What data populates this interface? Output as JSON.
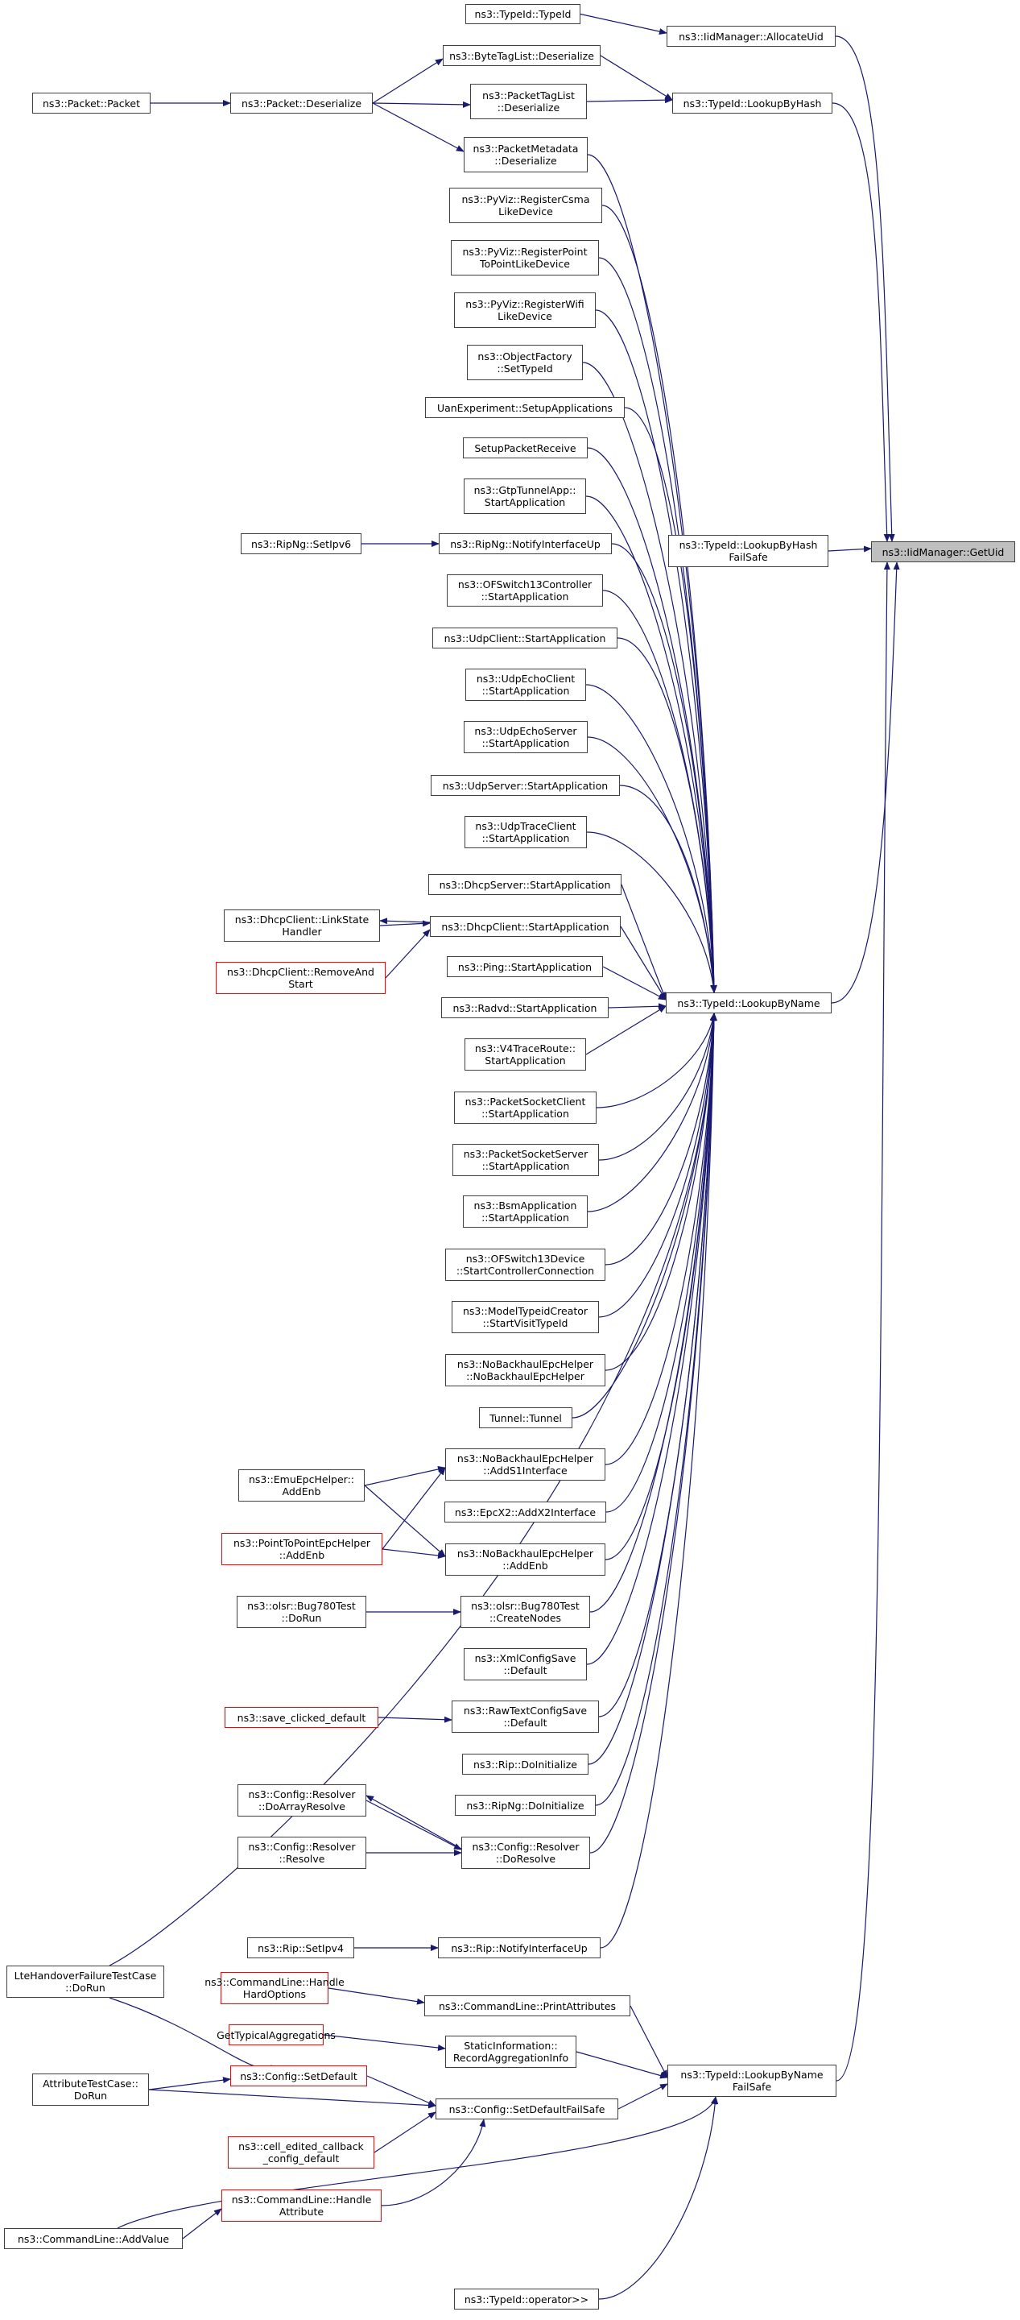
{
  "graph": {
    "title": "ns3::IidManager::GetUid",
    "edge_color": "#191970",
    "colors": {
      "normal_border": "#404040",
      "truncated_border": "#ff0000",
      "focus_fill": "#bfbfbf"
    },
    "nodes": {
      "getuid": "ns3::IidManager::GetUid",
      "allocateuid": "ns3::IidManager::AllocateUid",
      "typeid_typeid": "ns3::TypeId::TypeId",
      "lookupbyhash": "ns3::TypeId::LookupByHash",
      "bytetaglist": "ns3::ByteTagList::Deserialize",
      "packettaglist": "ns3::PacketTagList\n::Deserialize",
      "packet_deser": "ns3::Packet::Deserialize",
      "packet_packet": "ns3::Packet::Packet",
      "packetmetadata": "ns3::PacketMetadata\n::Deserialize",
      "lookupbyhashfailsafe": "ns3::TypeId::LookupByHash\nFailSafe",
      "lookupbyname": "ns3::TypeId::LookupByName",
      "pyviz_csma": "ns3::PyViz::RegisterCsma\nLikeDevice",
      "pyviz_p2p": "ns3::PyViz::RegisterPoint\nToPointLikeDevice",
      "pyviz_wifi": "ns3::PyViz::RegisterWifi\nLikeDevice",
      "objectfactory": "ns3::ObjectFactory\n::SetTypeId",
      "uanexp": "UanExperiment::SetupApplications",
      "setuppacketreceive": "SetupPacketReceive",
      "gtptunnel": "ns3::GtpTunnelApp::\nStartApplication",
      "ripng_notify": "ns3::RipNg::NotifyInterfaceUp",
      "ripng_setipv6": "ns3::RipNg::SetIpv6",
      "ofswitch_ctrl": "ns3::OFSwitch13Controller\n::StartApplication",
      "udpclient": "ns3::UdpClient::StartApplication",
      "udpechoclient": "ns3::UdpEchoClient\n::StartApplication",
      "udpechoserver": "ns3::UdpEchoServer\n::StartApplication",
      "udpserver": "ns3::UdpServer::StartApplication",
      "udptraceclient": "ns3::UdpTraceClient\n::StartApplication",
      "dhcpserver": "ns3::DhcpServer::StartApplication",
      "dhcpclient_start": "ns3::DhcpClient::StartApplication",
      "dhcpclient_link": "ns3::DhcpClient::LinkState\nHandler",
      "dhcpclient_remove": "ns3::DhcpClient::RemoveAnd\nStart",
      "ping": "ns3::Ping::StartApplication",
      "radvd": "ns3::Radvd::StartApplication",
      "v4traceroute": "ns3::V4TraceRoute::\nStartApplication",
      "pktsockclient": "ns3::PacketSocketClient\n::StartApplication",
      "pktsockserver": "ns3::PacketSocketServer\n::StartApplication",
      "bsm": "ns3::BsmApplication\n::StartApplication",
      "ofswitch_dev": "ns3::OFSwitch13Device\n::StartControllerConnection",
      "modeltypeid": "ns3::ModelTypeidCreator\n::StartVisitTypeId",
      "nobackhaul_ctor": "ns3::NoBackhaulEpcHelper\n::NoBackhaulEpcHelper",
      "tunnel": "Tunnel::Tunnel",
      "nobackhaul_s1": "ns3::NoBackhaulEpcHelper\n::AddS1Interface",
      "emuepc": "ns3::EmuEpcHelper::\nAddEnb",
      "epcx2": "ns3::EpcX2::AddX2Interface",
      "p2pepc": "ns3::PointToPointEpcHelper\n::AddEnb",
      "nobackhaul_addenb": "ns3::NoBackhaulEpcHelper\n::AddEnb",
      "bug780_dorun": "ns3::olsr::Bug780Test\n::DoRun",
      "bug780_create": "ns3::olsr::Bug780Test\n::CreateNodes",
      "xmlconfig": "ns3::XmlConfigSave\n::Default",
      "save_clicked": "ns3::save_clicked_default",
      "rawtextconfig": "ns3::RawTextConfigSave\n::Default",
      "rip_doinit": "ns3::Rip::DoInitialize",
      "ripng_doinit": "ns3::RipNg::DoInitialize",
      "arrayresolve": "ns3::Config::Resolver\n::DoArrayResolve",
      "resolve": "ns3::Config::Resolver\n::Resolve",
      "doresolve": "ns3::Config::Resolver\n::DoResolve",
      "ltehandover": "LteHandoverFailureTestCase\n::DoRun",
      "rip_setipv4": "ns3::Rip::SetIpv4",
      "rip_notify": "ns3::Rip::NotifyInterfaceUp",
      "hardoptions": "ns3::CommandLine::Handle\nHardOptions",
      "printattributes": "ns3::CommandLine::PrintAttributes",
      "typicalagg": "GetTypicalAggregations",
      "staticinfo": "StaticInformation::\nRecordAggregationInfo",
      "lookupbynamefailsafe": "ns3::TypeId::LookupByName\nFailSafe",
      "setdefault": "ns3::Config::SetDefault",
      "attributetest": "AttributeTestCase::\nDoRun",
      "setdefaultfailsafe": "ns3::Config::SetDefaultFailSafe",
      "celledited": "ns3::cell_edited_callback\n_config_default",
      "handleattribute": "ns3::CommandLine::Handle\nAttribute",
      "addvalue": "ns3::CommandLine::AddValue",
      "operator": "ns3::TypeId::operator>>"
    }
  }
}
